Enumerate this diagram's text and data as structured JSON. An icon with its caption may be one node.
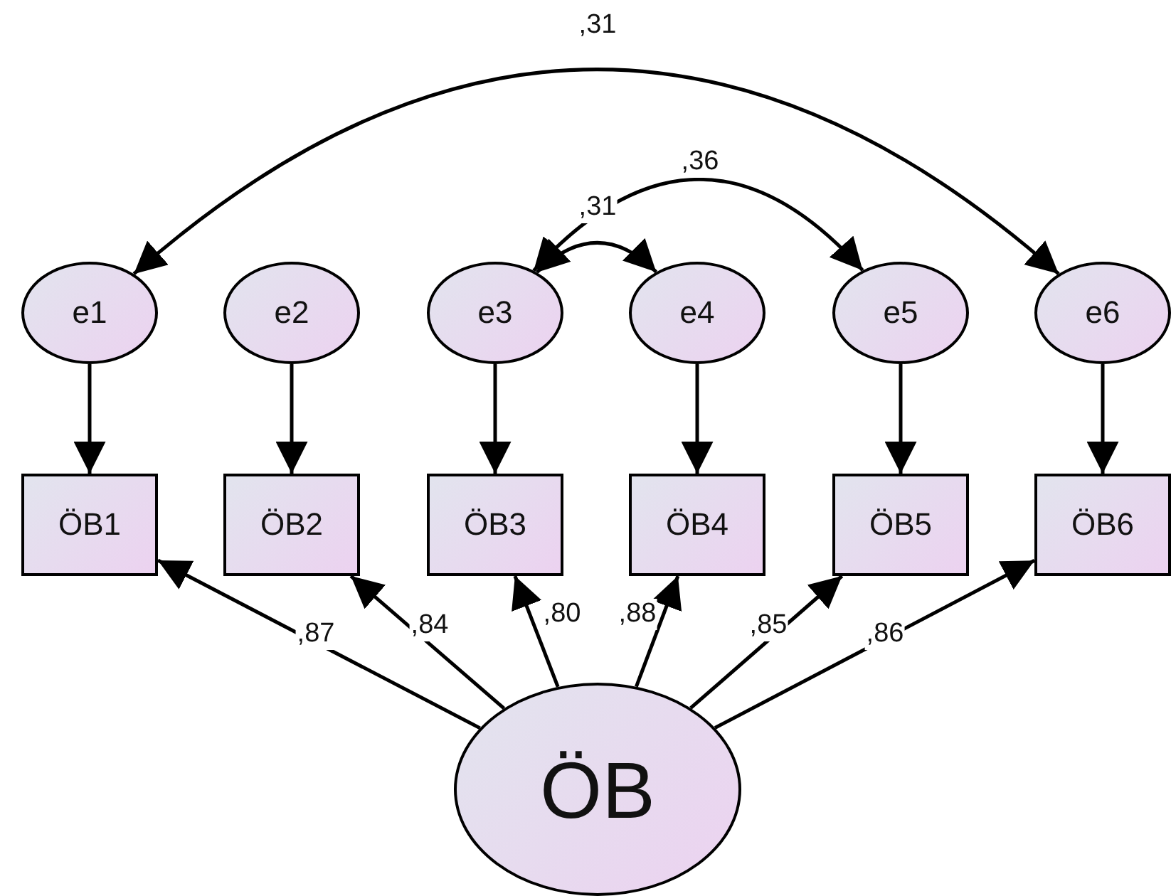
{
  "diagram": {
    "nodes": [
      {
        "text": [
          "e1"
        ]
      },
      {
        "text": [
          "e2"
        ]
      },
      {
        "text": [
          "e3"
        ]
      },
      {
        "text": [
          "e4"
        ]
      },
      {
        "text": [
          "e5"
        ]
      },
      {
        "text": [
          "e6"
        ]
      },
      {
        "text": [
          "ÖB1"
        ]
      },
      {
        "text": [
          "ÖB2"
        ]
      },
      {
        "text": [
          "ÖB3"
        ]
      },
      {
        "text": [
          "ÖB4"
        ]
      },
      {
        "text": [
          "ÖB5"
        ]
      },
      {
        "text": [
          "ÖB6"
        ]
      },
      {
        "text": [
          "ÖB"
        ]
      }
    ],
    "edges": [
      {
        "from": 0,
        "to": 5,
        "arrow": "both",
        "label": ",31"
      },
      {
        "from": 2,
        "to": 4,
        "arrow": "both",
        "label": ",36"
      },
      {
        "from": 2,
        "to": 3,
        "arrow": "both",
        "label": ",31"
      },
      {
        "from": 0,
        "to": 6,
        "arrow": "to"
      },
      {
        "from": 1,
        "to": 7,
        "arrow": "to"
      },
      {
        "from": 2,
        "to": 8,
        "arrow": "to"
      },
      {
        "from": 3,
        "to": 9,
        "arrow": "to"
      },
      {
        "from": 4,
        "to": 10,
        "arrow": "to"
      },
      {
        "from": 5,
        "to": 11,
        "arrow": "to"
      },
      {
        "from": 12,
        "to": 6,
        "arrow": "to",
        "label": ",87"
      },
      {
        "from": 12,
        "to": 7,
        "arrow": "to",
        "label": ",84"
      },
      {
        "from": 12,
        "to": 8,
        "arrow": "to",
        "label": ",80"
      },
      {
        "from": 12,
        "to": 9,
        "arrow": "to",
        "label": ",88"
      },
      {
        "from": 12,
        "to": 10,
        "arrow": "to",
        "label": ",85"
      },
      {
        "from": 12,
        "to": 11,
        "arrow": "to",
        "label": ",86"
      }
    ]
  }
}
